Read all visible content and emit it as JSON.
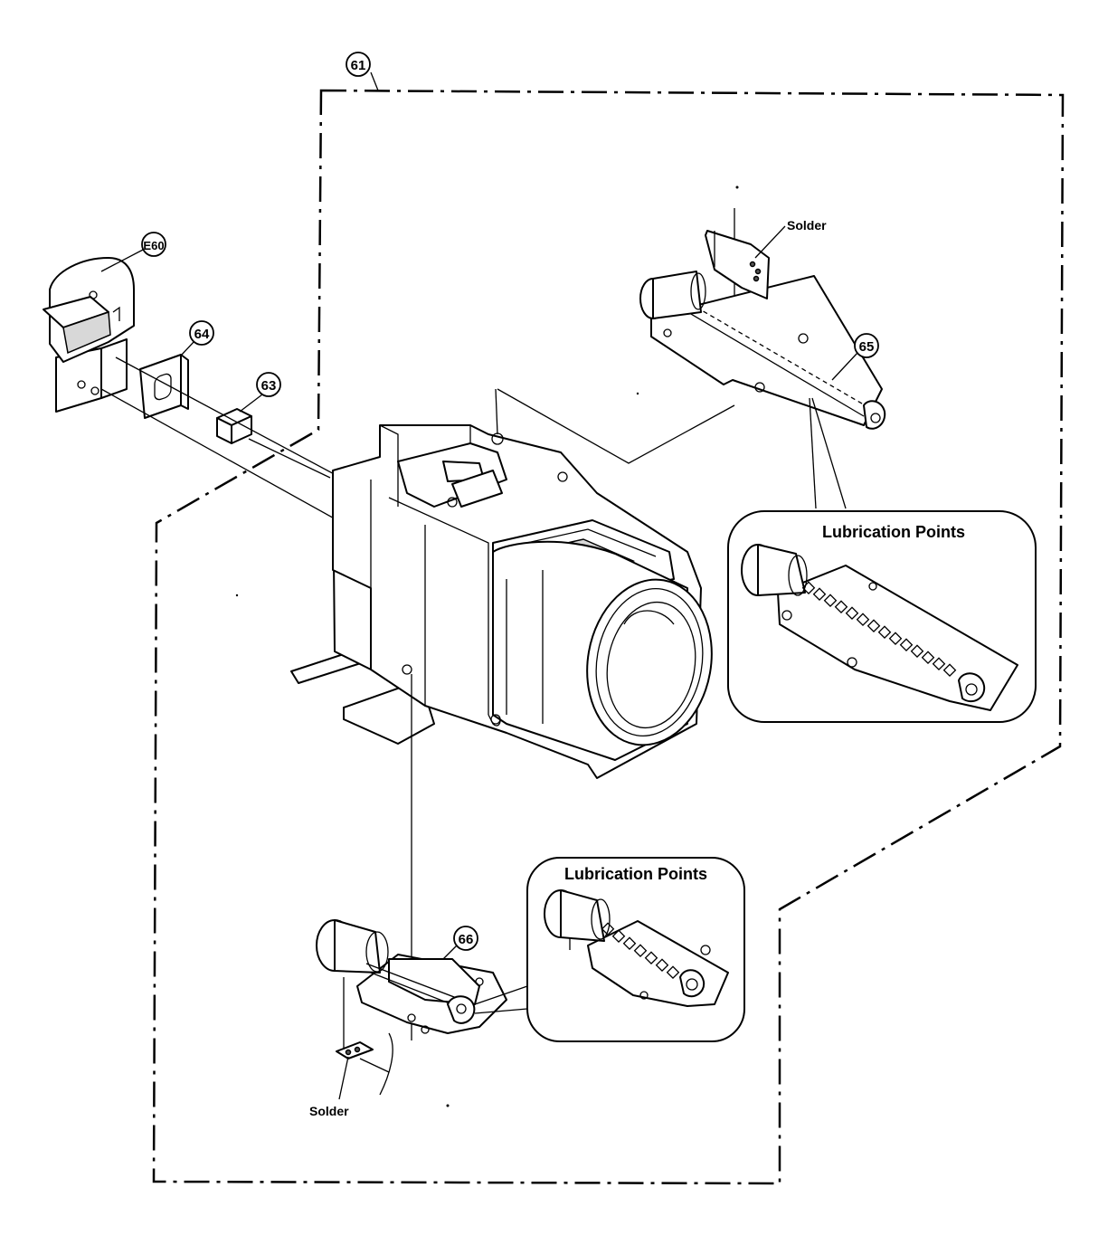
{
  "callouts": {
    "c61": "61",
    "c60": "E60",
    "c64": "64",
    "c63": "63",
    "c65": "65",
    "c66": "66"
  },
  "labels": {
    "solder_top": "Solder",
    "solder_bottom": "Solder",
    "lubrication_upper": "Lubrication Points",
    "lubrication_lower": "Lubrication Points"
  }
}
